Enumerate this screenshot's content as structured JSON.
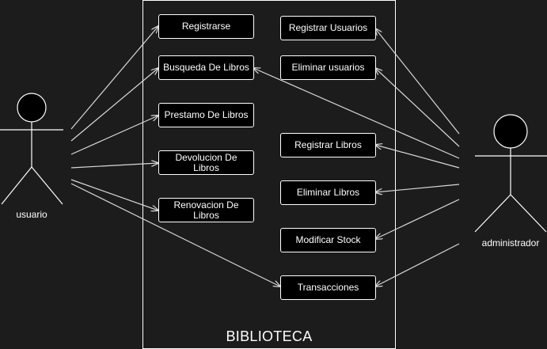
{
  "system": {
    "title": "BIBLIOTECA"
  },
  "actors": {
    "user": {
      "label": "usuario"
    },
    "admin": {
      "label": "administrador"
    }
  },
  "use_cases": {
    "registrarse": "Registrarse",
    "busqueda": "Busqueda De Libros",
    "prestamo": "Prestamo De Libros",
    "devolucion": "Devolucion De Libros",
    "renovacion": "Renovacion De Libros",
    "registrar_usuarios": "Registrar Usuarios",
    "eliminar_usuarios": "Eliminar usuarios",
    "registrar_libros": "Registrar Libros",
    "eliminar_libros": "Eliminar Libros",
    "modificar_stock": "Modificar Stock",
    "transacciones": "Transacciones"
  },
  "colors": {
    "background": "#1c1c1c",
    "line": "#d9d9d9",
    "box_fill": "#000000",
    "box_stroke": "#ffffff"
  }
}
